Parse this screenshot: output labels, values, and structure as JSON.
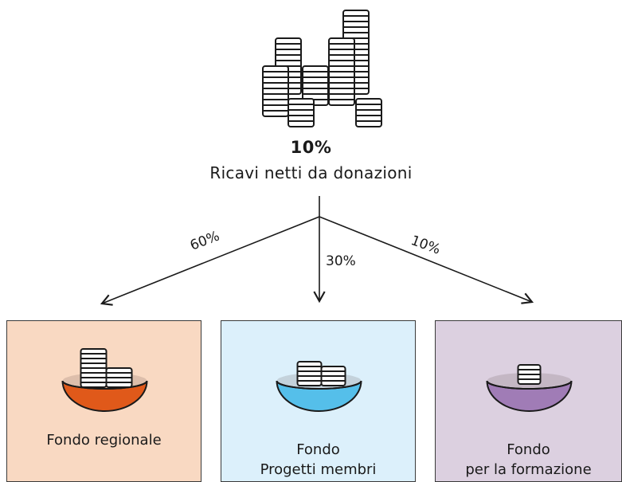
{
  "source": {
    "percent": "10%",
    "label": "Ricavi netti da donazioni"
  },
  "split": [
    {
      "percent": "60%",
      "target": "Fondo regionale"
    },
    {
      "percent": "30%",
      "target": "Fondo Progetti membri"
    },
    {
      "percent": "10%",
      "target": "Fondo per la formazione"
    }
  ],
  "funds": [
    {
      "line1": "Fondo regionale",
      "bowl_color": "#e0591a",
      "box_color": "#f9d9c2",
      "icon": "coin-bowl-icon"
    },
    {
      "line1": "Fondo",
      "line2": "Progetti membri",
      "bowl_color": "#55bfea",
      "box_color": "#dcf0fb",
      "icon": "coin-bowl-icon"
    },
    {
      "line1": "Fondo",
      "line2": "per la formazione",
      "bowl_color": "#a07cb6",
      "box_color": "#dcd0e0",
      "icon": "coin-bowl-icon"
    }
  ],
  "colors": {
    "ink": "#1a1a1a",
    "coin_fill": "#ffffff"
  },
  "icons": {
    "top": "coin-stacks-icon",
    "arrow": "arrow-icon"
  }
}
